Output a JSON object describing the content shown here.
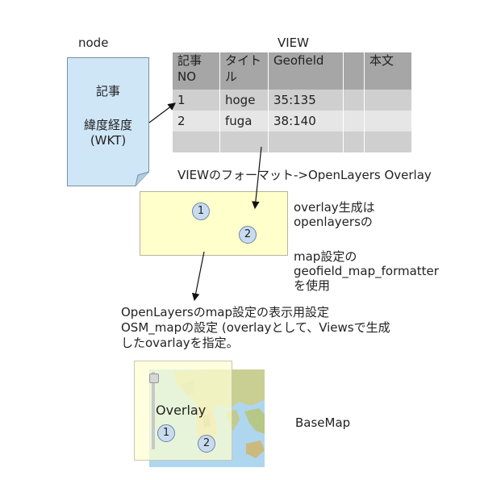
{
  "node": {
    "title": "node",
    "line1": "記事",
    "line2": "緯度経度",
    "line3": "(WKT)"
  },
  "view": {
    "title": "VIEW",
    "headers": [
      [
        "記事",
        "NO"
      ],
      [
        "タイト",
        "ル"
      ],
      [
        "Geofield"
      ],
      [
        ""
      ],
      [
        "本文"
      ]
    ],
    "rows": [
      [
        "1",
        "hoge",
        "35:135",
        "",
        ""
      ],
      [
        "2",
        "fuga",
        "38:140",
        "",
        ""
      ],
      [
        "",
        "",
        "",
        "",
        ""
      ]
    ]
  },
  "format_label": "VIEWのフォーマット->OpenLayers Overlay",
  "overlay_box": {
    "marker1": "1",
    "marker2": "2"
  },
  "overlay_note": {
    "line1": "overlay生成は",
    "line2": "openlayersの",
    "line3": "map設定の",
    "line4": "geofield_map_formatter",
    "line5": "を使用"
  },
  "map_setting_text": {
    "line1": "OpenLayersのmap設定の表示用設定",
    "line2": "OSM_mapの設定 (overlayとして、Viewsで生成",
    "line3": "したovarlayを指定。"
  },
  "overlay_panel": {
    "label": "Overlay",
    "marker1": "1",
    "marker2": "2"
  },
  "basemap_label": "BaseMap",
  "colors": {
    "document_fill": "#cfe6f7",
    "overlay_fill": "#ffffcc",
    "marker_fill": "#c9dcef",
    "table_header": "#a6a6a6",
    "ocean": "#aed6ee",
    "land": "#c9cf92"
  }
}
